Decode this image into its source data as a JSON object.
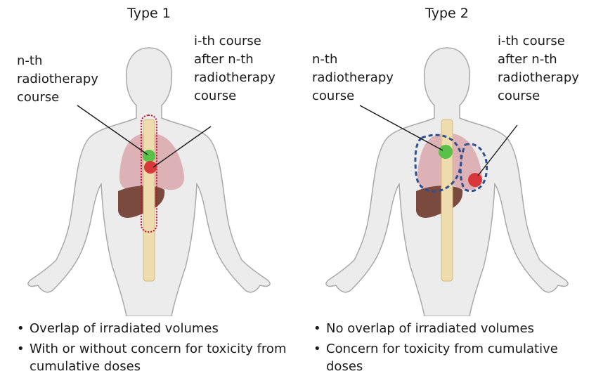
{
  "panels": [
    {
      "title": "Type 1",
      "label_a": "n-th\nradiotherapy\ncourse",
      "label_b": "i-th course\nafter n-th\nradiotherapy\ncourse",
      "bullets": [
        "Overlap of irradiated volumes",
        "With or without concern for toxicity from cumulative doses"
      ]
    },
    {
      "title": "Type 2",
      "label_a": "n-th\nradiotherapy\ncourse",
      "label_b": "i-th course\nafter n-th\nradiotherapy\ncourse",
      "bullets": [
        "No overlap of irradiated volumes",
        "Concern for toxicity from cumulative doses"
      ]
    }
  ],
  "colors": {
    "body": "#ececec",
    "body_outline": "#a9a9a9",
    "lung": "#d9a4a9",
    "liver": "#7a4a3f",
    "spine": "#efdcae",
    "target_green": "#59c04a",
    "target_red": "#d9383a",
    "dose_outline": "#2f4f8f",
    "dose_hatch": "#c8102e"
  }
}
